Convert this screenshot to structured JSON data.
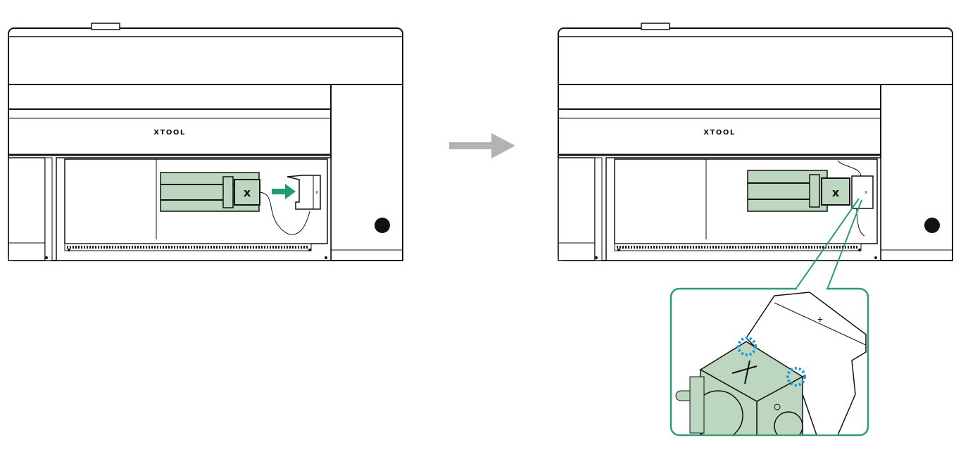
{
  "steps": [
    {
      "id": "before",
      "machine_logo": "XTOOL"
    },
    {
      "id": "after",
      "machine_logo": "XTOOL"
    }
  ],
  "colors": {
    "module_fill": "#bdd6bf",
    "insert_arrow": "#1f9e6c",
    "step_arrow": "#b3b3b3",
    "callout_border": "#2e9d6b",
    "alignment_marks": "#1a9ad6",
    "outline": "#111111"
  },
  "icons": [
    "step-arrow-icon",
    "insert-arrow-icon",
    "alignment-marker-icon"
  ]
}
